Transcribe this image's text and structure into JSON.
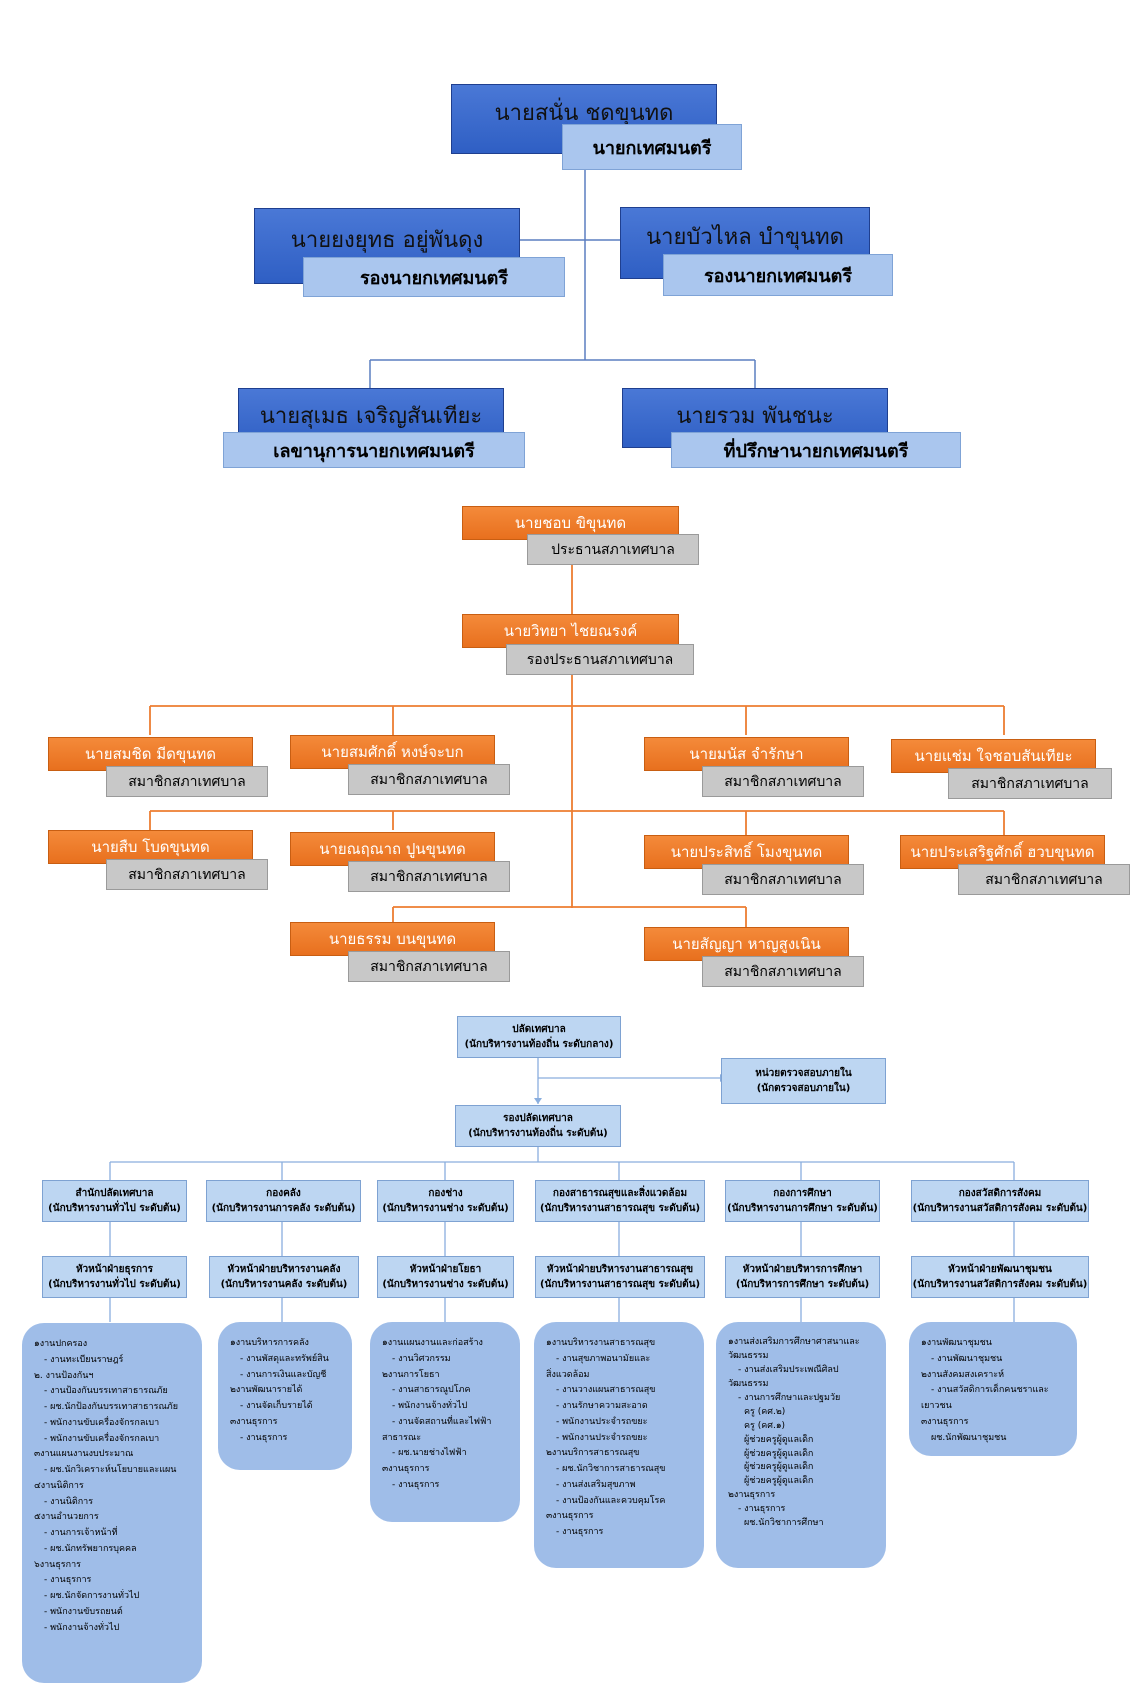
{
  "executives": {
    "mayor": {
      "name": "นายสนั่น  ชดขุนทด",
      "title": "นายกเทศมนตรี"
    },
    "deputy1": {
      "name": "นายยงยุทธ  อยู่พันดุง",
      "title": "รองนายกเทศมนตรี"
    },
    "deputy2": {
      "name": "นายบัวไหล  บำขุนทด",
      "title": "รองนายกเทศมนตรี"
    },
    "secretary": {
      "name": "นายสุเมธ  เจริญสันเทียะ",
      "title": "เลขานุการนายกเทศมนตรี"
    },
    "advisor": {
      "name": "นายรวม  พันชนะ",
      "title": "ที่ปรึกษานายกเทศมนตรี"
    }
  },
  "council": {
    "chair": {
      "name": "นายชอบ  ขิขุนทด",
      "title": "ประธานสภาเทศบาล"
    },
    "vice": {
      "name": "นายวิทยา ไชยณรงค์",
      "title": "รองประธานสภาเทศบาล"
    },
    "member_title": "สมาชิกสภาเทศบาล",
    "members": [
      "นายสมชิด  มีดขุนทด",
      "นายสมศักดิ์  หงษ์จะบก",
      "นายมนัส  จำรักษา",
      "นายแช่ม  ใจชอบสันเทียะ",
      "นายสืบ  โบดขุนทด",
      "นายณฤณาถ  ปูนขุนทด",
      "นายประสิทธิ์  โมงขุนทด",
      "นายประเสริฐศักดิ์  ฮวบขุนทด",
      "นายธรรม  บนขุนทด",
      "นายสัญญา  หาญสูงเนิน"
    ]
  },
  "admin": {
    "clerk": {
      "title": "ปลัดเทศบาล",
      "level": "(นักบริหารงานท้องถิ่น ระดับกลาง)"
    },
    "audit": {
      "title": "หน่วยตรวจสอบภายใน",
      "level": "(นักตรวจสอบภายใน)"
    },
    "deputy_clerk": {
      "title": "รองปลัดเทศบาล",
      "level": "(นักบริหารงานท้องถิ่น  ระดับต้น)"
    },
    "divisions": [
      {
        "title": "สำนักปลัดเทศบาล",
        "level": "(นักบริหารงานทั่วไป ระดับต้น)",
        "head": "หัวหน้าฝ่ายธุรการ",
        "head_level": "(นักบริหารงานทั่วไป ระดับต้น)",
        "duties": [
          "๑งานปกครอง",
          "- งานทะเบียนราษฎร์",
          "๒. งานป้องกันฯ",
          "- งานป้องกันบรรเทาสาธารณภัย",
          "- ผช.นักป้องกันบรรเทาสาธารณภัย",
          "- พนักงานขับเครื่องจักรกลเบา",
          "- พนักงานขับเครื่องจักรกลเบา",
          "๓งานแผนงานงบประมาณ",
          "- ผช.นักวิเคราะห์นโยบายและแผน",
          "๔งานนิติการ",
          "- งานนิติการ",
          "๕งานอำนวยการ",
          "- งานการเจ้าหน้าที่",
          "- ผช.นักทรัพยากรบุคคล",
          "๖งานธุรการ",
          "- งานธุรการ",
          "- ผช.นักจัดการงานทั่วไป",
          "- พนักงานขับรถยนต์",
          "- พนักงานจ้างทั่วไป"
        ]
      },
      {
        "title": "กองคลัง",
        "level": "(นักบริหารงานการคลัง ระดับต้น)",
        "head": "หัวหน้าฝ่ายบริหารงานคลัง",
        "head_level": "(นักบริหารงานคลัง ระดับต้น)",
        "duties": [
          "๑งานบริหารการคลัง",
          "- งานพัสดุและทรัพย์สิน",
          "- งานการเงินและบัญชี",
          "๒งานพัฒนารายได้",
          "- งานจัดเก็บรายได้",
          "๓งานธุรการ",
          "- งานธุรการ"
        ]
      },
      {
        "title": "กองช่าง",
        "level": "(นักบริหารงานช่าง ระดับต้น)",
        "head": "หัวหน้าฝ่ายโยธา",
        "head_level": "(นักบริหารงานช่าง ระดับต้น)",
        "duties": [
          "๑งานแผนงานและก่อสร้าง",
          "- งานวิศวกรรม",
          "๒งานการโยธา",
          "- งานสาธารณูปโภค",
          "- พนักงานจ้างทั่วไป",
          "- งานจัดสถานที่และไฟฟ้า",
          "สาธารณะ",
          "- ผช.นายช่างไฟฟ้า",
          "๓งานธุรการ",
          "- งานธุรการ"
        ]
      },
      {
        "title": "กองสาธารณสุขและสิ่งแวดล้อม",
        "level": "(นักบริหารงานสาธารณสุข ระดับต้น)",
        "head": "หัวหน้าฝ่ายบริหารงานสาธารณสุข",
        "head_level": "(นักบริหารงานสาธารณสุข ระดับต้น)",
        "duties": [
          "๑งานบริหารงานสาธารณสุข",
          "- งานสุขภาพอนามัยและ",
          "สิ่งแวดล้อม",
          "- งานวางแผนสาธารณสุข",
          "- งานรักษาความสะอาด",
          "- พนักงานประจำรถขยะ",
          "- พนักงานประจำรถขยะ",
          "๒งานบริการสาธารณสุข",
          "- ผช.นักวิชาการสาธารณสุข",
          "- งานส่งเสริมสุขภาพ",
          "- งานป้องกันและควบคุมโรค",
          "๓งานธุรการ",
          "- งานธุรการ"
        ]
      },
      {
        "title": "กองการศึกษา",
        "level": "(นักบริหารงานการศึกษา ระดับต้น)",
        "head": "หัวหน้าฝ่ายบริหารการศึกษา",
        "head_level": "(นักบริหารการศึกษา ระดับต้น)",
        "duties": [
          "๑งานส่งเสริมการศึกษาศาสนาและ",
          "วัฒนธรรม",
          "- งานส่งเสริมประเพณีศิลป",
          "วัฒนธรรม",
          "- งานการศึกษาและปฐมวัย",
          "ครู (คศ.๒)",
          "ครู (คศ.๑)",
          "ผู้ช่วยครูผู้ดูแลเด็ก",
          "ผู้ช่วยครูผู้ดูแลเด็ก",
          "ผู้ช่วยครูผู้ดูแลเด็ก",
          "ผู้ช่วยครูผู้ดูแลเด็ก",
          "๒งานธุรการ",
          "- งานธุรการ",
          "ผช.นักวิชาการศึกษา"
        ]
      },
      {
        "title": "กองสวัสดิการสังคม",
        "level": "(นักบริหารงานสวัสดิการสังคม ระดับต้น)",
        "head": "หัวหน้าฝ่ายพัฒนาชุมชน",
        "head_level": "(นักบริหารงานสวัสดิการสังคม  ระดับต้น)",
        "duties": [
          "๑งานพัฒนาชุมชน",
          "- งานพัฒนาชุมชน",
          "๒งานสังคมสงเคราะห์",
          "- งานสวัสดิการเด็กคนชราและ",
          "เยาวชน",
          "๓งานธุรการ",
          "ผช.นักพัฒนาชุมชน"
        ]
      }
    ]
  }
}
